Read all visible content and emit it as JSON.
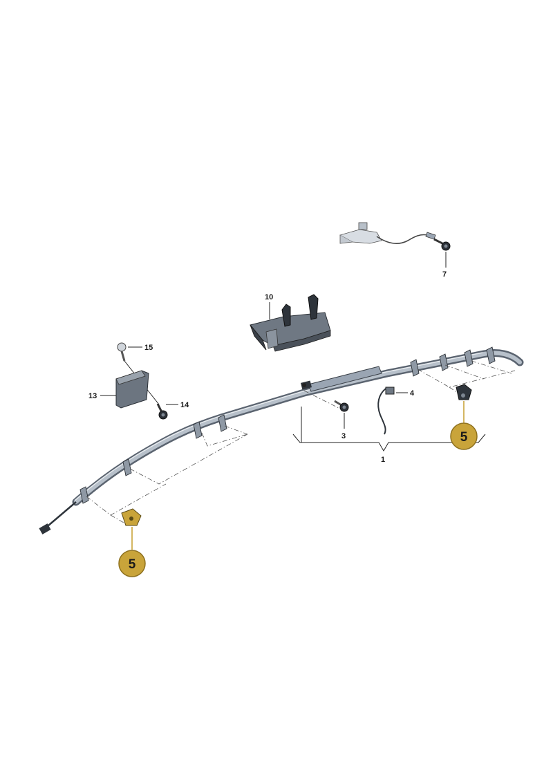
{
  "callouts": {
    "p1": "1",
    "p3": "3",
    "p4": "4",
    "p7": "7",
    "p10": "10",
    "p13": "13",
    "p14": "14",
    "p15": "15"
  },
  "badges": {
    "upper": "5",
    "lower": "5"
  },
  "colors": {
    "badge_fill": "#c9a43a",
    "badge_stroke": "#8f7220",
    "part_fill": "#9aa5b3",
    "part_dark": "#3a4048"
  }
}
